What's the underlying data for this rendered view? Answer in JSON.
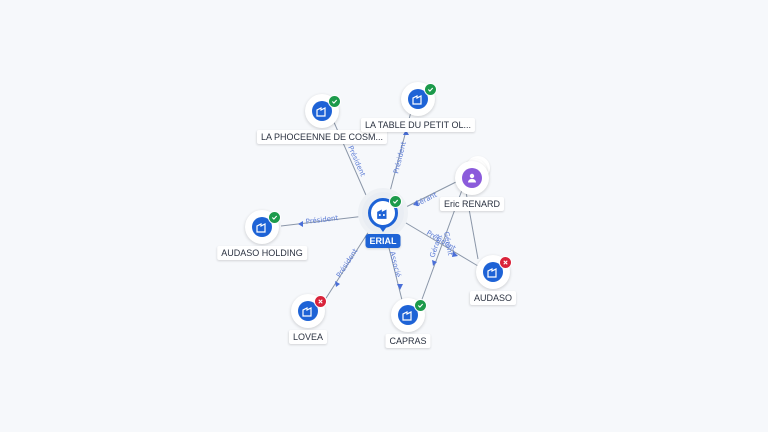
{
  "colors": {
    "accent": "#1e63d6",
    "person": "#8b5bdb",
    "active_badge": "#1c9a4b",
    "inactive_badge": "#d9233a"
  },
  "center": {
    "label": "ERIAL",
    "icon": "company-icon",
    "status": "active"
  },
  "person": {
    "label": "Eric RENARD",
    "icon": "person-icon"
  },
  "nodes": {
    "phoceenne": {
      "label": "LA PHOCEENNE DE COSM...",
      "icon": "company-icon",
      "status": "active"
    },
    "table": {
      "label": "LA TABLE DU PETIT OL...",
      "icon": "company-icon",
      "status": "active"
    },
    "audaso_holding": {
      "label": "AUDASO HOLDING",
      "icon": "company-icon",
      "status": "active"
    },
    "lovea": {
      "label": "LOVEA",
      "icon": "company-icon",
      "status": "inactive"
    },
    "capras": {
      "label": "CAPRAS",
      "icon": "company-icon",
      "status": "active"
    },
    "audaso": {
      "label": "AUDASO",
      "icon": "company-icon",
      "status": "inactive"
    }
  },
  "edges": {
    "e1": "Président",
    "e2": "Président",
    "e3": "Président",
    "e4": "Président",
    "e5": "Associé",
    "e6": "Président",
    "e7": "Gérant",
    "e8": "Gérant",
    "e9": "Gérant"
  }
}
